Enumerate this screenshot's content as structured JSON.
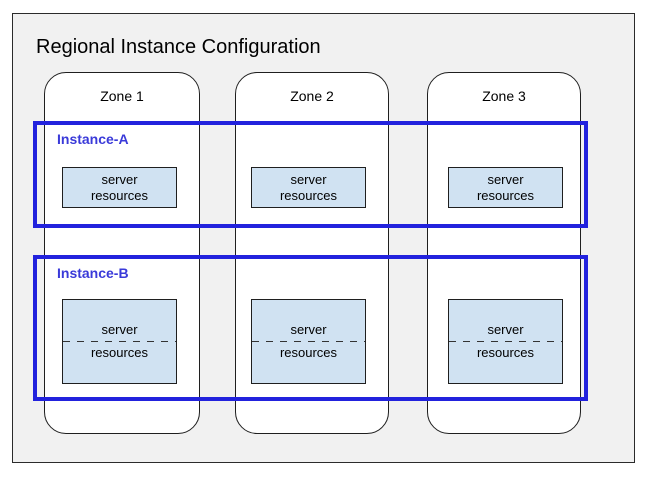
{
  "title": "Regional Instance Configuration",
  "zones": [
    {
      "label": "Zone 1"
    },
    {
      "label": "Zone 2"
    },
    {
      "label": "Zone 3"
    }
  ],
  "instances": [
    {
      "label": "Instance-A"
    },
    {
      "label": "Instance-B"
    }
  ],
  "server_box": {
    "line1": "server",
    "line2": "resources"
  },
  "colors": {
    "frame_fill": "#f1f1f1",
    "zone_fill": "#ffffff",
    "instance_border": "#2222dd",
    "instance_label": "#3a3ad9",
    "server_box_fill": "#d0e2f2"
  }
}
